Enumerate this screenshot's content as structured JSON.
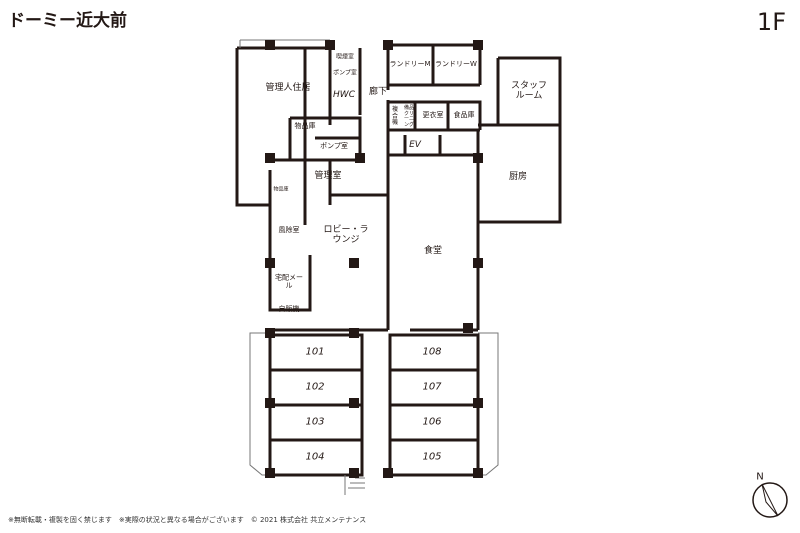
{
  "title": "ドーミー近大前",
  "floor": "1F",
  "footer": "※無断転載・複製を固く禁じます　※実際の状況と異なる場合がございます　© 2021 株式会社 共立メンテナンス",
  "compass": "N",
  "rooms": {
    "manager_residence": "管理人住居",
    "smoking": "喫煙室",
    "pump_small": "ポンプ室",
    "hwc": "HWC",
    "corridor": "廊下",
    "laundry_m": "ランドリーM",
    "laundry_w": "ランドリーW",
    "staff_room": "スタッフルーム",
    "copier": "複合機",
    "cleaning": "備品クリーニング",
    "changing": "更衣室",
    "food_storage": "食品庫",
    "storage": "物品庫",
    "pump": "ポンプ室",
    "ev": "EV",
    "kitchen": "厨房",
    "office": "管理室",
    "storage_small": "物品庫",
    "wind_room": "風除室",
    "lobby": "ロビー・ラウンジ",
    "dining": "食堂",
    "delivery": "宅配メール",
    "vending": "自販機",
    "r101": "101",
    "r102": "102",
    "r103": "103",
    "r104": "104",
    "r108": "108",
    "r107": "107",
    "r106": "106",
    "r105": "105"
  }
}
